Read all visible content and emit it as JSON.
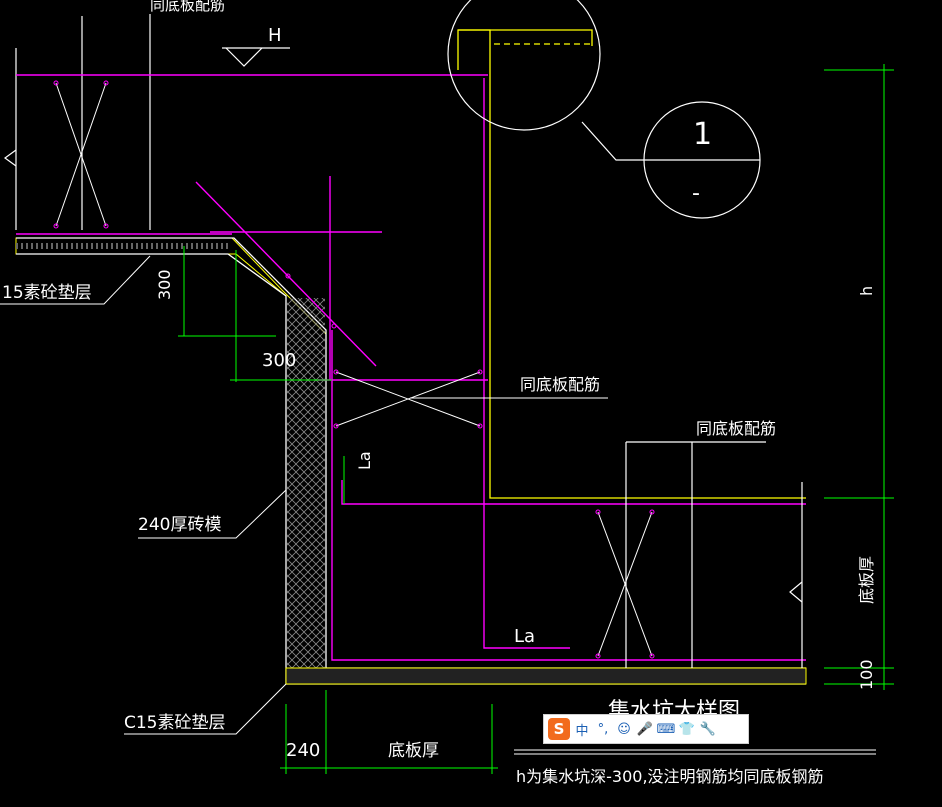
{
  "drawing": {
    "labels": {
      "top_rebar": "同底板配筋",
      "level_mark": "H",
      "pad_top": "15素砼垫层",
      "dim_300_v": "300",
      "dim_300_h": "300",
      "mid_rebar": "同底板配筋",
      "right_rebar": "同底板配筋",
      "anchor_v": "La",
      "anchor_h": "La",
      "brick": "240厚砖模",
      "pad_bottom": "C15素砼垫层",
      "dim_240": "240",
      "dim_slab": "底板厚",
      "dim_h": "h",
      "dim_slab_v": "底板厚",
      "dim_100": "100",
      "detail_top": "1",
      "detail_bottom": "-",
      "title": "集水坑大样图",
      "note": "h为集水坑深-300,没注明钢筋均同底板钢筋"
    }
  },
  "ime_toolbar": {
    "logo": "S",
    "mode": "中",
    "punct": "°,",
    "emoji": "☺",
    "voice": "🎤",
    "keyboard": "⌨",
    "tools": "👕",
    "settings": "🔧"
  },
  "colors": {
    "background": "#000000",
    "rebar": "#ff00ff",
    "outline": "#ffffff",
    "dimension": "#00ff00",
    "concrete": "#ffff00",
    "leader": "#ffffff"
  }
}
